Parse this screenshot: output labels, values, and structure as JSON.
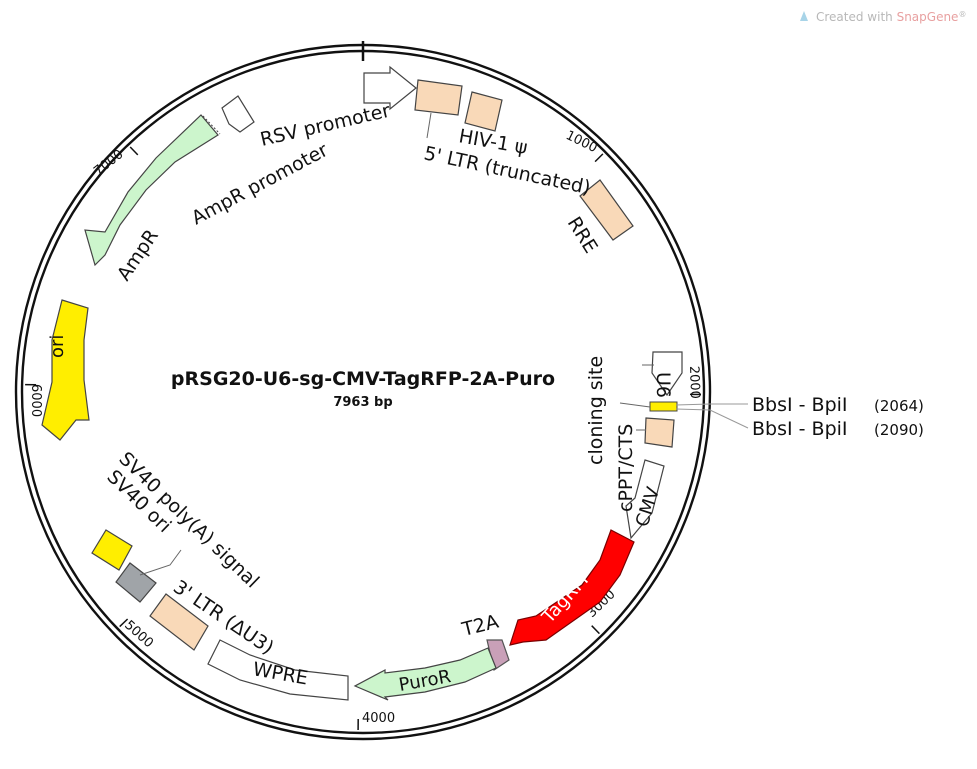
{
  "watermark": {
    "prefix": "Created with ",
    "brand": "SnapGene",
    "mark": "®"
  },
  "plasmid": {
    "name": "pRSG20-U6-sg-CMV-TagRFP-2A-Puro",
    "size_label": "7963 bp",
    "length_bp": 7963
  },
  "ticks": [
    {
      "bp": 1000,
      "label": "1000"
    },
    {
      "bp": 2000,
      "label": "2000"
    },
    {
      "bp": 3000,
      "label": "3000"
    },
    {
      "bp": 4000,
      "label": "4000"
    },
    {
      "bp": 5000,
      "label": "5000"
    },
    {
      "bp": 6000,
      "label": "6000"
    },
    {
      "bp": 7000,
      "label": "7000"
    }
  ],
  "features": [
    {
      "name": "RSV promoter",
      "type": "promoter",
      "color": "#ffffff"
    },
    {
      "name": "5' LTR (truncated)",
      "type": "LTR",
      "color": "#f9d9b8"
    },
    {
      "name": "HIV-1 ψ",
      "type": "misc",
      "color": "#f9d9b8"
    },
    {
      "name": "RRE",
      "type": "misc",
      "color": "#f9d9b8"
    },
    {
      "name": "U6",
      "type": "promoter",
      "color": "#ffffff"
    },
    {
      "name": "cloning site",
      "type": "misc",
      "color": "#ffee00"
    },
    {
      "name": "cPPT/CTS",
      "type": "misc",
      "color": "#f9d9b8"
    },
    {
      "name": "CMV",
      "type": "promoter",
      "color": "#ffffff"
    },
    {
      "name": "TagRFP",
      "type": "CDS",
      "color": "#ff0000"
    },
    {
      "name": "T2A",
      "type": "CDS",
      "color": "#c9a0b8"
    },
    {
      "name": "PuroR",
      "type": "CDS",
      "color": "#ccf5cc"
    },
    {
      "name": "WPRE",
      "type": "misc",
      "color": "#ffffff"
    },
    {
      "name": "3' LTR (ΔU3)",
      "type": "LTR",
      "color": "#f9d9b8"
    },
    {
      "name": "SV40 ori",
      "type": "rep_origin",
      "color": "#a0a4a8"
    },
    {
      "name": "SV40 poly(A) signal",
      "type": "polyA",
      "color": "#ffee00"
    },
    {
      "name": "ori",
      "type": "rep_origin",
      "color": "#ffee00"
    },
    {
      "name": "AmpR",
      "type": "CDS",
      "color": "#ccf5cc"
    },
    {
      "name": "AmpR promoter",
      "type": "promoter",
      "color": "#ffffff"
    }
  ],
  "sites": [
    {
      "name": "BbsI - BpiI",
      "position": "(2064)"
    },
    {
      "name": "BbsI - BpiI",
      "position": "(2090)"
    }
  ]
}
